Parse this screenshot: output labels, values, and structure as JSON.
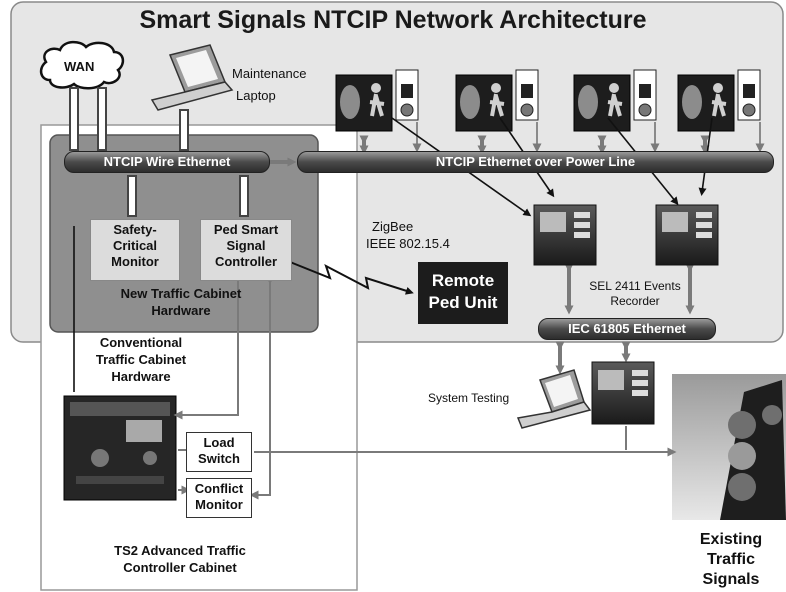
{
  "title": "Smart Signals NTCIP Network Architecture",
  "labels": {
    "wan": "WAN",
    "maintenance_laptop_line1": "Maintenance",
    "maintenance_laptop_line2": "Laptop",
    "ntcip_wire_ethernet": "NTCIP Wire Ethernet",
    "ntcip_ethernet_power_line": "NTCIP Ethernet over Power Line",
    "safety_monitor_line1": "Safety-",
    "safety_monitor_line2": "Critical",
    "safety_monitor_line3": "Monitor",
    "ped_controller_line1": "Ped Smart",
    "ped_controller_line2": "Signal",
    "ped_controller_line3": "Controller",
    "new_cabinet_line1": "New Traffic Cabinet",
    "new_cabinet_line2": "Hardware",
    "zigbee_line1": "ZigBee",
    "zigbee_line2": "IEEE 802.15.4",
    "remote_ped_line1": "Remote",
    "remote_ped_line2": "Ped Unit",
    "sel_line1": "SEL 2411 Events",
    "sel_line2": "Recorder",
    "iec_ethernet": "IEC 61805 Ethernet",
    "conventional_line1": "Conventional",
    "conventional_line2": "Traffic Cabinet",
    "conventional_line3": "Hardware",
    "system_testing": "System Testing",
    "load_switch_line1": "Load",
    "load_switch_line2": "Switch",
    "conflict_monitor_line1": "Conflict",
    "conflict_monitor_line2": "Monitor",
    "ts2_line1": "TS2 Advanced Traffic",
    "ts2_line2": "Controller Cabinet",
    "existing_line1": "Existing",
    "existing_line2": "Traffic",
    "existing_line3": "Signals"
  },
  "colors": {
    "outer_panel": "#e6e6e6",
    "cabinet_panel": "#8f8f8f",
    "bar_dark": "#2d2d2d",
    "arrow": "#8a8a8a",
    "remote_ped_fill": "#1c1c1c"
  }
}
